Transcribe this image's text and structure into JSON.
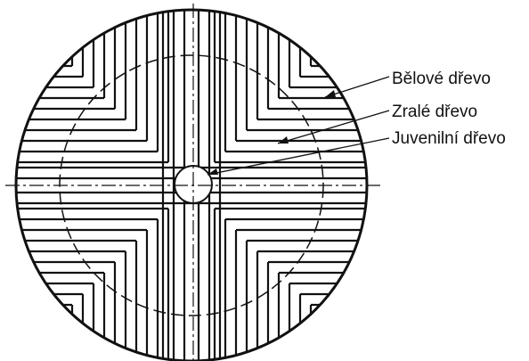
{
  "labels": {
    "sapwood": "Bělové dřevo",
    "mature": "Zralé dřevo",
    "juvenile": "Juvenilní dřevo"
  },
  "colors": {
    "ink": "#111111",
    "background": "#ffffff"
  }
}
